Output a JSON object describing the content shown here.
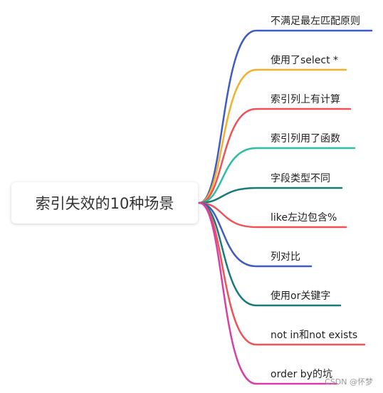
{
  "root": {
    "label": "索引失效的10种场景"
  },
  "branches": [
    {
      "label": "不满足最左匹配原则",
      "color": "#3f5bc4"
    },
    {
      "label": "使用了select *",
      "color": "#f2b12b"
    },
    {
      "label": "索引列上有计算",
      "color": "#ef5257"
    },
    {
      "label": "索引列用了函数",
      "color": "#2bbfa6"
    },
    {
      "label": "字段类型不同",
      "color": "#1a7a7a"
    },
    {
      "label": "like左边包含%",
      "color": "#ef5257"
    },
    {
      "label": "列对比",
      "color": "#3f5bc4"
    },
    {
      "label": "使用or关键字",
      "color": "#1a7a7a"
    },
    {
      "label": "not in和not exists",
      "color": "#ef5257"
    },
    {
      "label": "order by的坑",
      "color": "#d63fa8"
    }
  ],
  "watermark": "CSDN @怀梦"
}
